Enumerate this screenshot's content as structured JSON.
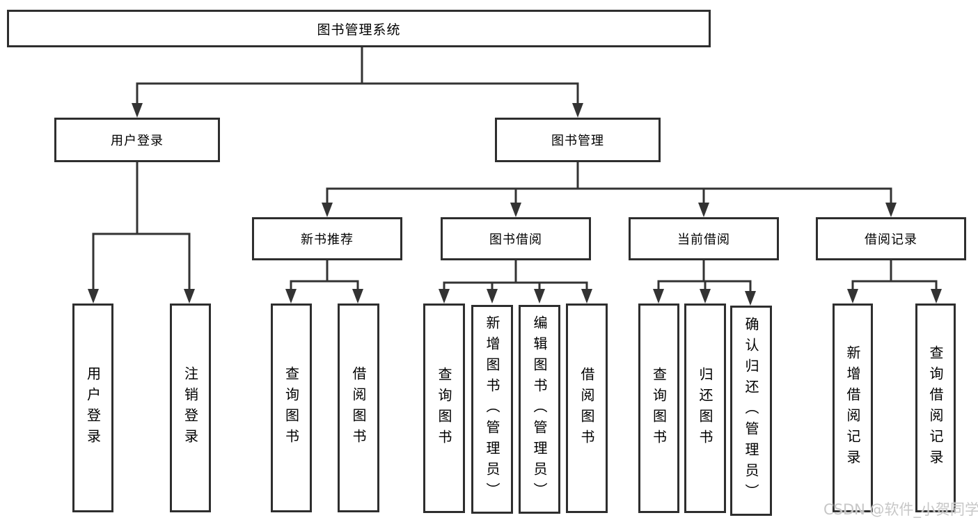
{
  "tree": {
    "root": {
      "label": "图书管理系统"
    },
    "children": [
      {
        "label": "用户登录",
        "children": [
          {
            "label": "用户登录"
          },
          {
            "label": "注销登录"
          }
        ]
      },
      {
        "label": "图书管理",
        "children": [
          {
            "label": "新书推荐",
            "children": [
              {
                "label": "查询图书"
              },
              {
                "label": "借阅图书"
              }
            ]
          },
          {
            "label": "图书借阅",
            "children": [
              {
                "label": "查询图书"
              },
              {
                "label": "新增图书（管理员）"
              },
              {
                "label": "编辑图书（管理员）"
              },
              {
                "label": "借阅图书"
              }
            ]
          },
          {
            "label": "当前借阅",
            "children": [
              {
                "label": "查询图书"
              },
              {
                "label": "归还图书"
              },
              {
                "label": "确认归还（管理员）"
              }
            ]
          },
          {
            "label": "借阅记录",
            "children": [
              {
                "label": "新增借阅记录"
              },
              {
                "label": "查询借阅记录"
              }
            ]
          }
        ]
      }
    ]
  },
  "watermark": {
    "text": "CSDN @软件_小贺同学",
    "color": "#c7c7c7"
  },
  "colors": {
    "line": "#333333",
    "box_border": "#2e2e2e",
    "text": "#000000",
    "background": "#ffffff"
  }
}
